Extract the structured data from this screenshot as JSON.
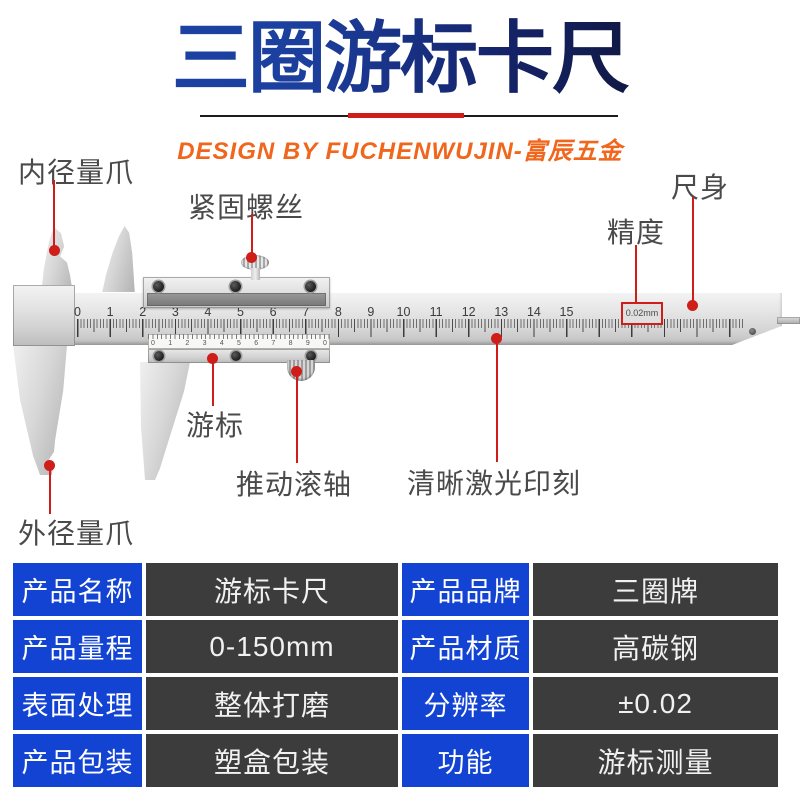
{
  "header": {
    "title": "三圈游标卡尺",
    "subtitle": "DESIGN BY FUCHENWUJIN-富辰五金"
  },
  "colors": {
    "accent_red": "#cf1d1a",
    "title_blue": "#1e45a6",
    "title_dark": "#0a0a10",
    "subtitle_orange": "#f0661c",
    "label_gray": "#4a4a4a",
    "table_label_bg": "#1243d3",
    "table_value_bg": "#3c3c3c"
  },
  "callouts": {
    "inner_jaw": "内径量爪",
    "lock_screw": "紧固螺丝",
    "ruler_body": "尺身",
    "precision": "精度",
    "precision_value": "0.02mm",
    "vernier": "游标",
    "roller": "推动滚轴",
    "laser": "清晰激光印刻",
    "outer_jaw": "外径量爪"
  },
  "caliper": {
    "main_scale_numbers": [
      "0",
      "1",
      "2",
      "3",
      "4",
      "5",
      "6",
      "7",
      "8",
      "9",
      "10",
      "11",
      "12",
      "13",
      "14",
      "15"
    ],
    "vernier_numbers": [
      "0",
      "1",
      "2",
      "3",
      "4",
      "5",
      "6",
      "7",
      "8",
      "9",
      "0"
    ]
  },
  "spec_table": {
    "rows": [
      [
        "产品名称",
        "游标卡尺",
        "产品品牌",
        "三圈牌"
      ],
      [
        "产品量程",
        "0-150mm",
        "产品材质",
        "高碳钢"
      ],
      [
        "表面处理",
        "整体打磨",
        "分辨率",
        "±0.02"
      ],
      [
        "产品包装",
        "塑盒包装",
        "功能",
        "游标测量"
      ]
    ]
  }
}
